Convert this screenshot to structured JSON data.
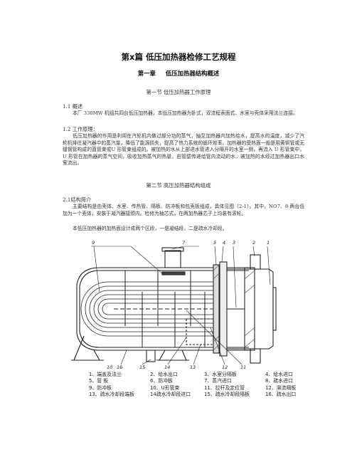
{
  "doc": {
    "title": "第x篇  低压加热器检修工艺规程",
    "chapter_num": "第一章",
    "chapter_title": "低压加热器结构概述",
    "section1": "第一节  低压加热器工作原理",
    "s1_1": "1.1   概述",
    "s1_1_text": "本厂 330MW 机组共四台低压加热器，本低压加热器为卧式，双流程表面式、水室与壳体采用法兰连接。",
    "s1_2": "1.2   工作原理：",
    "s1_2_text": "低压加热器的作用是利用在汽轮机内做过部分功的蒸气，抽至加热器内加热给水，提高水的温度，减少了汽轮机排往凝汽器中的蒸汽量，降低了能源损失，提高了热力系统的循环效率。加热器的受热面一般是用黄铜管或无缝钢管构成的直管束或U 形管束组成的。被加热的水从上部进水管进入分隔开的水室一侧，再流入 U 形管束中，U 形管在加热器的蒸气空间，吸收加热蒸气的热量，由管壁传递给管内流动的水，被加热的水经过加热器出口水室流出。",
    "section2": "第二节  高压加热器结构组成",
    "s2_1": "2.1结构简介",
    "s2_1_text": "主要结构是由壳体、水室、传热管、隔板、防冲板和包壳板组成，具体见图（2-1）。其中，NO7、8 两台低加为一个壳体，安装于凝汽器接颈内。检修为抽芯式，在两加热器芯子上均装有滚轮。",
    "s2_1_text2": "本低压加热器的加热面设计成两个区段，一是凝结段，二是疏水冷却段。",
    "callouts": [
      "9",
      "7",
      "5",
      "4",
      "3",
      "2",
      "1",
      "16",
      "15",
      "14",
      "13",
      "12",
      "11",
      "10"
    ],
    "legend": [
      [
        "1、端盖及法兰",
        "2、给水出口",
        "3、水室分隔板",
        "4、给水进口"
      ],
      [
        "5、管   板",
        "6、防冲板",
        "7、蒸汽进口",
        "8、疏水进口"
      ],
      [
        "9、防冲板",
        "10、U形管束",
        "11、拉杆及定位管",
        "12、滞流隔板"
      ],
      [
        "13、疏水冷却段端板",
        "14疏水冷却段进口",
        "15、疏水冷却段隔板",
        "16、疏水出口"
      ]
    ],
    "footer_mark": "- -"
  }
}
